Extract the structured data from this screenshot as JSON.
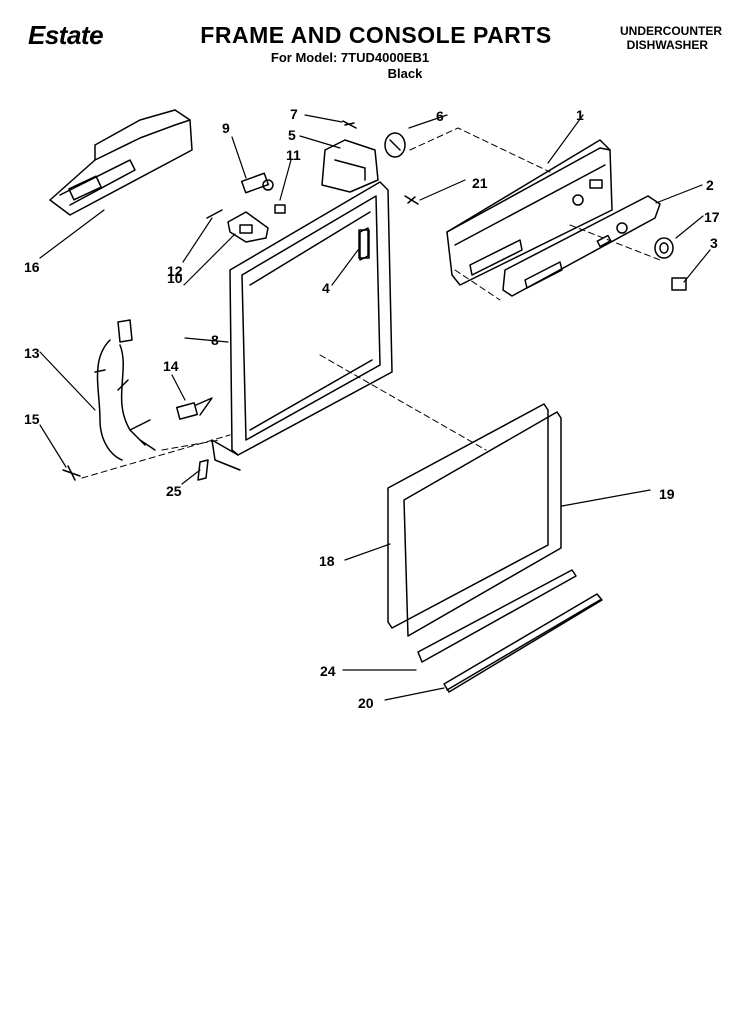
{
  "header": {
    "brand": "Estate",
    "title": "FRAME AND CONSOLE PARTS",
    "model_line": "For Model: 7TUD4000EB1",
    "color": "Black",
    "appliance_type_line1": "UNDERCOUNTER",
    "appliance_type_line2": "DISHWASHER"
  },
  "callouts": [
    "1",
    "2",
    "3",
    "4",
    "5",
    "6",
    "7",
    "8",
    "9",
    "10",
    "11",
    "12",
    "13",
    "14",
    "15",
    "16",
    "17",
    "18",
    "19",
    "20",
    "21",
    "24",
    "25"
  ]
}
